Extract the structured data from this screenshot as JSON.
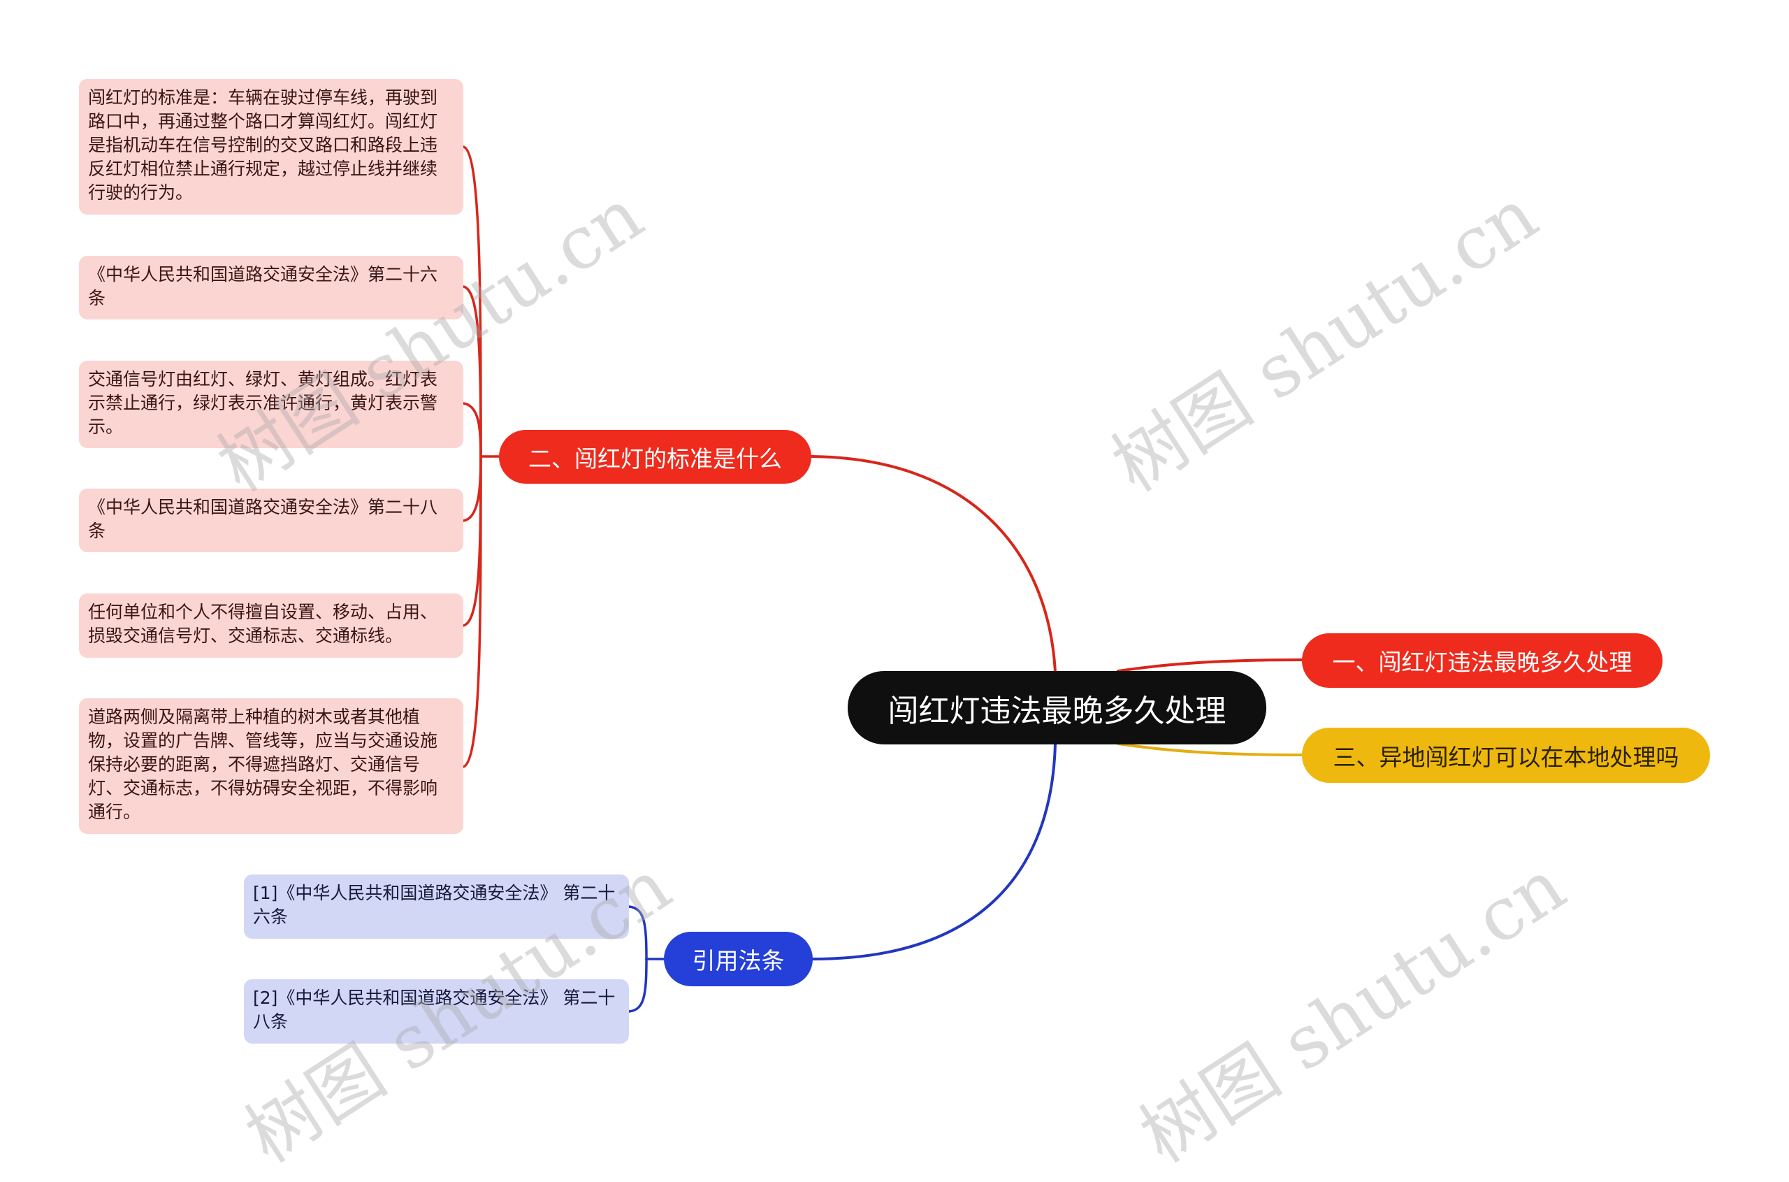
{
  "root": {
    "label": "闯红灯违法最晚多久处理"
  },
  "branches": [
    {
      "id": "b2",
      "label": "二、闯红灯的标准是什么",
      "color": "#ee2b1c",
      "children": [
        {
          "text": "闯红灯的标准是：车辆在驶过停车线，再驶到路口中，再通过整个路口才算闯红灯。闯红灯是指机动车在信号控制的交叉路口和路段上违反红灯相位禁止通行规定，越过停止线并继续行驶的行为。"
        },
        {
          "text": "《中华人民共和国道路交通安全法》第二十六条"
        },
        {
          "text": "交通信号灯由红灯、绿灯、黄灯组成。红灯表示禁止通行，绿灯表示准许通行，黄灯表示警示。"
        },
        {
          "text": "《中华人民共和国道路交通安全法》第二十八条"
        },
        {
          "text": "任何单位和个人不得擅自设置、移动、占用、损毁交通信号灯、交通标志、交通标线。"
        },
        {
          "text": "道路两侧及隔离带上种植的树木或者其他植物，设置的广告牌、管线等，应当与交通设施保持必要的距离，不得遮挡路灯、交通信号灯、交通标志，不得妨碍安全视距，不得影响通行。"
        }
      ]
    },
    {
      "id": "b1",
      "label": "一、闯红灯违法最晚多久处理",
      "color": "#ee2b1c",
      "children": []
    },
    {
      "id": "b3",
      "label": "三、异地闯红灯可以在本地处理吗",
      "color": "#efb80e",
      "children": []
    },
    {
      "id": "ref",
      "label": "引用法条",
      "color": "#2440d8",
      "children": [
        {
          "text": "[1]《中华人民共和国道路交通安全法》 第二十六条"
        },
        {
          "text": "[2]《中华人民共和国道路交通安全法》 第二十八条"
        }
      ]
    }
  ],
  "watermarks": [
    {
      "text": "树图 shutu.cn"
    },
    {
      "text": "树图 shutu.cn"
    },
    {
      "text": "树图 shutu.cn"
    },
    {
      "text": "树图 shutu.cn"
    }
  ],
  "colors": {
    "red": "#ee2b1c",
    "yellow": "#efb80e",
    "blue": "#2440d8",
    "root": "#0f0f0f",
    "leaf_red_bg": "#fbd5d2",
    "leaf_blue_bg": "#d3d7f6"
  }
}
